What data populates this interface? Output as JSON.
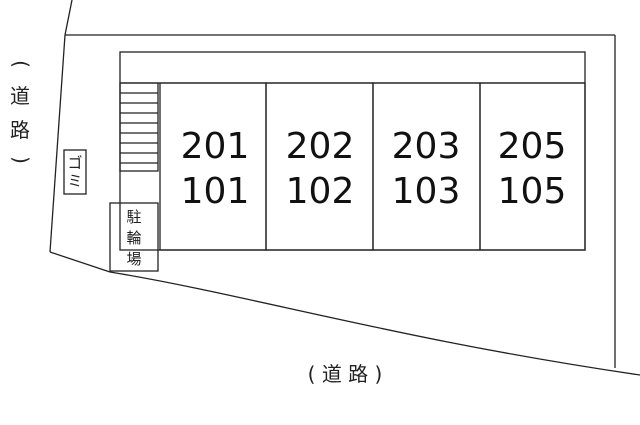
{
  "roads": {
    "left": {
      "open": "(",
      "chars": [
        "道",
        "路"
      ],
      "close": ")"
    },
    "bottom": {
      "text": "( 道 路 )"
    }
  },
  "facilities": {
    "garbage": {
      "chars": [
        "ゴ",
        "ミ"
      ]
    },
    "bicycle_parking": {
      "chars": [
        "駐",
        "輪",
        "場"
      ]
    }
  },
  "units": [
    {
      "upper": "201",
      "lower": "101"
    },
    {
      "upper": "202",
      "lower": "102"
    },
    {
      "upper": "203",
      "lower": "103"
    },
    {
      "upper": "205",
      "lower": "105"
    }
  ]
}
